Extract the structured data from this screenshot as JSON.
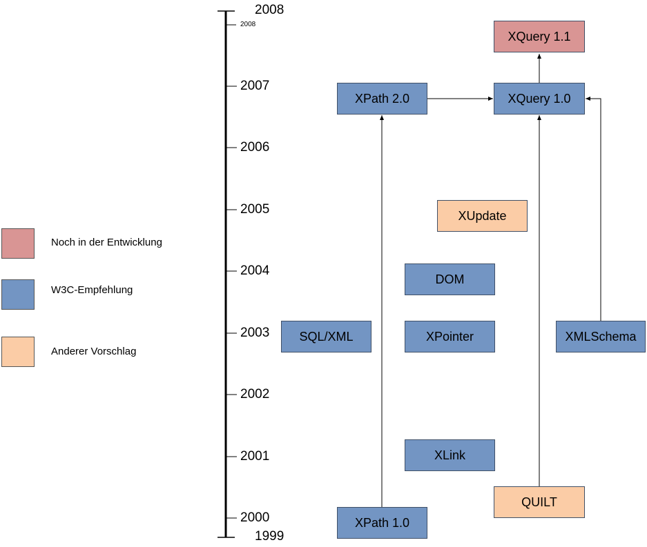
{
  "colors": {
    "in_development": "#d99594",
    "w3c_recommendation": "#7395c3",
    "other_proposal": "#fbcca6",
    "line": "#000000"
  },
  "legend": [
    {
      "label": "Noch in der Entwicklung",
      "color": "#d99594"
    },
    {
      "label": "W3C-Empfehlung",
      "color": "#7395c3"
    },
    {
      "label": "Anderer Vorschlag",
      "color": "#fbcca6"
    }
  ],
  "timeline": {
    "top_label": "2008",
    "small_label": "2008",
    "bottom_label": "1999",
    "years": [
      "2007",
      "2006",
      "2005",
      "2004",
      "2003",
      "2002",
      "2001",
      "2000"
    ]
  },
  "nodes": {
    "xquery11": {
      "label": "XQuery 1.1",
      "status": "in_development"
    },
    "xpath20": {
      "label": "XPath 2.0",
      "status": "w3c_recommendation"
    },
    "xquery10": {
      "label": "XQuery 1.0",
      "status": "w3c_recommendation"
    },
    "xupdate": {
      "label": "XUpdate",
      "status": "other_proposal"
    },
    "dom": {
      "label": "DOM",
      "status": "w3c_recommendation"
    },
    "sqlxml": {
      "label": "SQL/XML",
      "status": "w3c_recommendation"
    },
    "xpointer": {
      "label": "XPointer",
      "status": "w3c_recommendation"
    },
    "xmlschema": {
      "label": "XMLSchema",
      "status": "w3c_recommendation"
    },
    "xlink": {
      "label": "XLink",
      "status": "w3c_recommendation"
    },
    "quilt": {
      "label": "QUILT",
      "status": "other_proposal"
    },
    "xpath10": {
      "label": "XPath 1.0",
      "status": "w3c_recommendation"
    }
  }
}
